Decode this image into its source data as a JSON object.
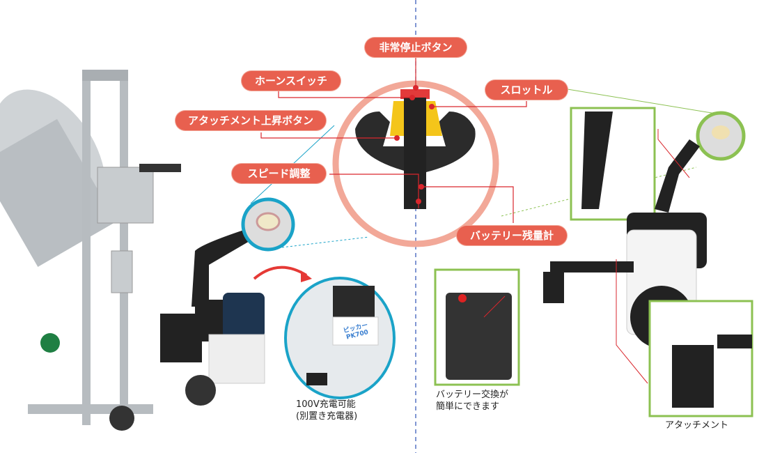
{
  "labels": {
    "emergency_stop": "非常停止ボタン",
    "horn_switch": "ホーンスイッチ",
    "attachment_lift": "アタッチメント上昇ボタン",
    "speed_adjust": "スピード調整",
    "throttle": "スロットル",
    "battery_gauge": "バッテリー残量計"
  },
  "captions": {
    "charging_line1": "100V充電可能",
    "charging_line2": "(別置き充電器)",
    "battery_swap_line1": "バッテリー交換が",
    "battery_swap_line2": "簡単にできます",
    "attachment": "アタッチメント"
  },
  "charger_brand": "ピッカー PK700",
  "colors": {
    "label": "#e8604f",
    "ring": "#f2a898",
    "blue": "#1aa3c8",
    "green": "#8cc152",
    "divider": "#2b4fb5"
  }
}
